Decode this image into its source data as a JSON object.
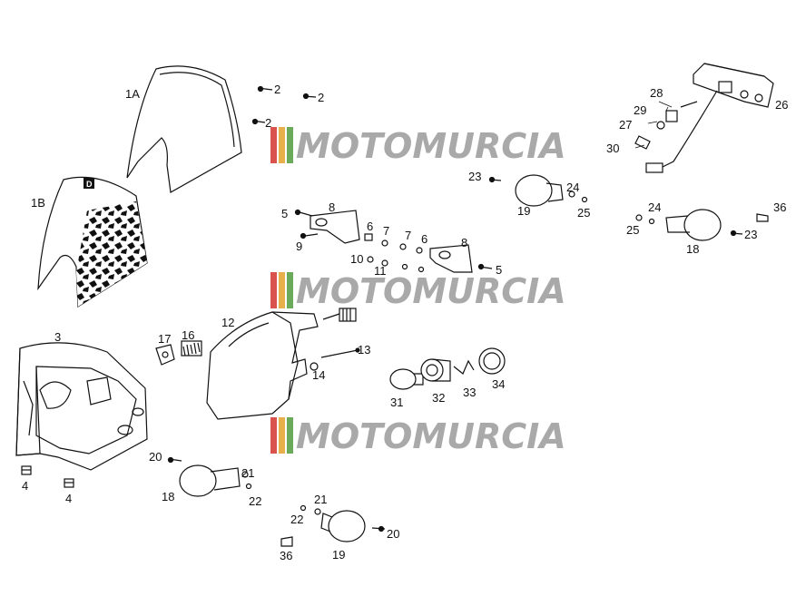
{
  "watermark": {
    "text": "MOTOMURCIA",
    "stripe_colors": [
      "#d9534f",
      "#e8b04a",
      "#6aaa5a"
    ],
    "text_color": "#9a9a9a"
  },
  "decal_letter": "D",
  "callouts": {
    "c1": "1A",
    "c2": "1B",
    "c3": "2",
    "c4": "2",
    "c5": "2",
    "c6": "3",
    "c7": "4",
    "c8": "4",
    "c9": "5",
    "c10": "8",
    "c11": "6",
    "c12": "7",
    "c13": "9",
    "c14": "7",
    "c15": "6",
    "c16": "8",
    "c17": "10",
    "c18": "11",
    "c19": "5",
    "c20": "12",
    "c21": "13",
    "c22": "14",
    "c23": "16",
    "c24": "17",
    "c25": "18",
    "c26": "20",
    "c27": "21",
    "c28": "22",
    "c29": "23",
    "c30": "19",
    "c31": "24",
    "c32": "25",
    "c33": "24",
    "c34": "25",
    "c35": "18",
    "c36": "23",
    "c37": "36",
    "c38": "28",
    "c39": "29",
    "c40": "27",
    "c41": "30",
    "c42": "26",
    "c43": "31",
    "c44": "32",
    "c45": "33",
    "c46": "34",
    "c47": "22",
    "c48": "21",
    "c49": "20",
    "c50": "19",
    "c51": "36"
  }
}
